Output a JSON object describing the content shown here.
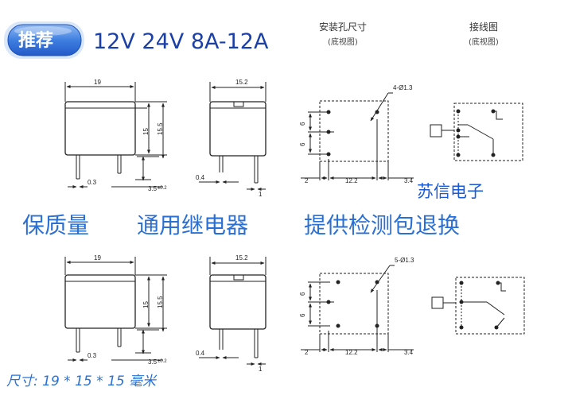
{
  "badge": {
    "text": "推荐"
  },
  "title": "12V 24V 8A-12A",
  "headers": {
    "mount_holes": "安装孔尺寸",
    "mount_holes_sub": "(底视图)",
    "wiring": "接线图",
    "wiring_sub": "(底视图)"
  },
  "brand": "苏信电子",
  "slogans": [
    "保质量",
    "通用继电器",
    "提供检测包退换"
  ],
  "size_note": "尺寸: 19 * 15 * 15  毫米",
  "top_relay": {
    "front_width": "19",
    "height_inner": "15",
    "height_outer": "15.5",
    "pin_offset": "0.3",
    "pin_length": "3.5",
    "pin_tol": "±0.2",
    "side_width": "15.2",
    "side_pin_w": "0.4",
    "side_pin_gap": "1",
    "holes_label": "4-Ø1.3",
    "row_1": "6",
    "row_2": "6",
    "col_1": "2",
    "col_2": "12.2",
    "col_3": "3.4"
  },
  "bottom_relay": {
    "front_width": "19",
    "height_inner": "15",
    "height_outer": "15.5",
    "pin_offset": "0.3",
    "pin_length": "3.5",
    "pin_tol": "±0.2",
    "side_width": "15.2",
    "side_pin_w": "0.4",
    "side_pin_gap": "1",
    "holes_label": "5-Ø1.3",
    "row_1": "6",
    "row_2": "6",
    "col_1": "2",
    "col_2": "12.2",
    "col_3": "3.4"
  }
}
